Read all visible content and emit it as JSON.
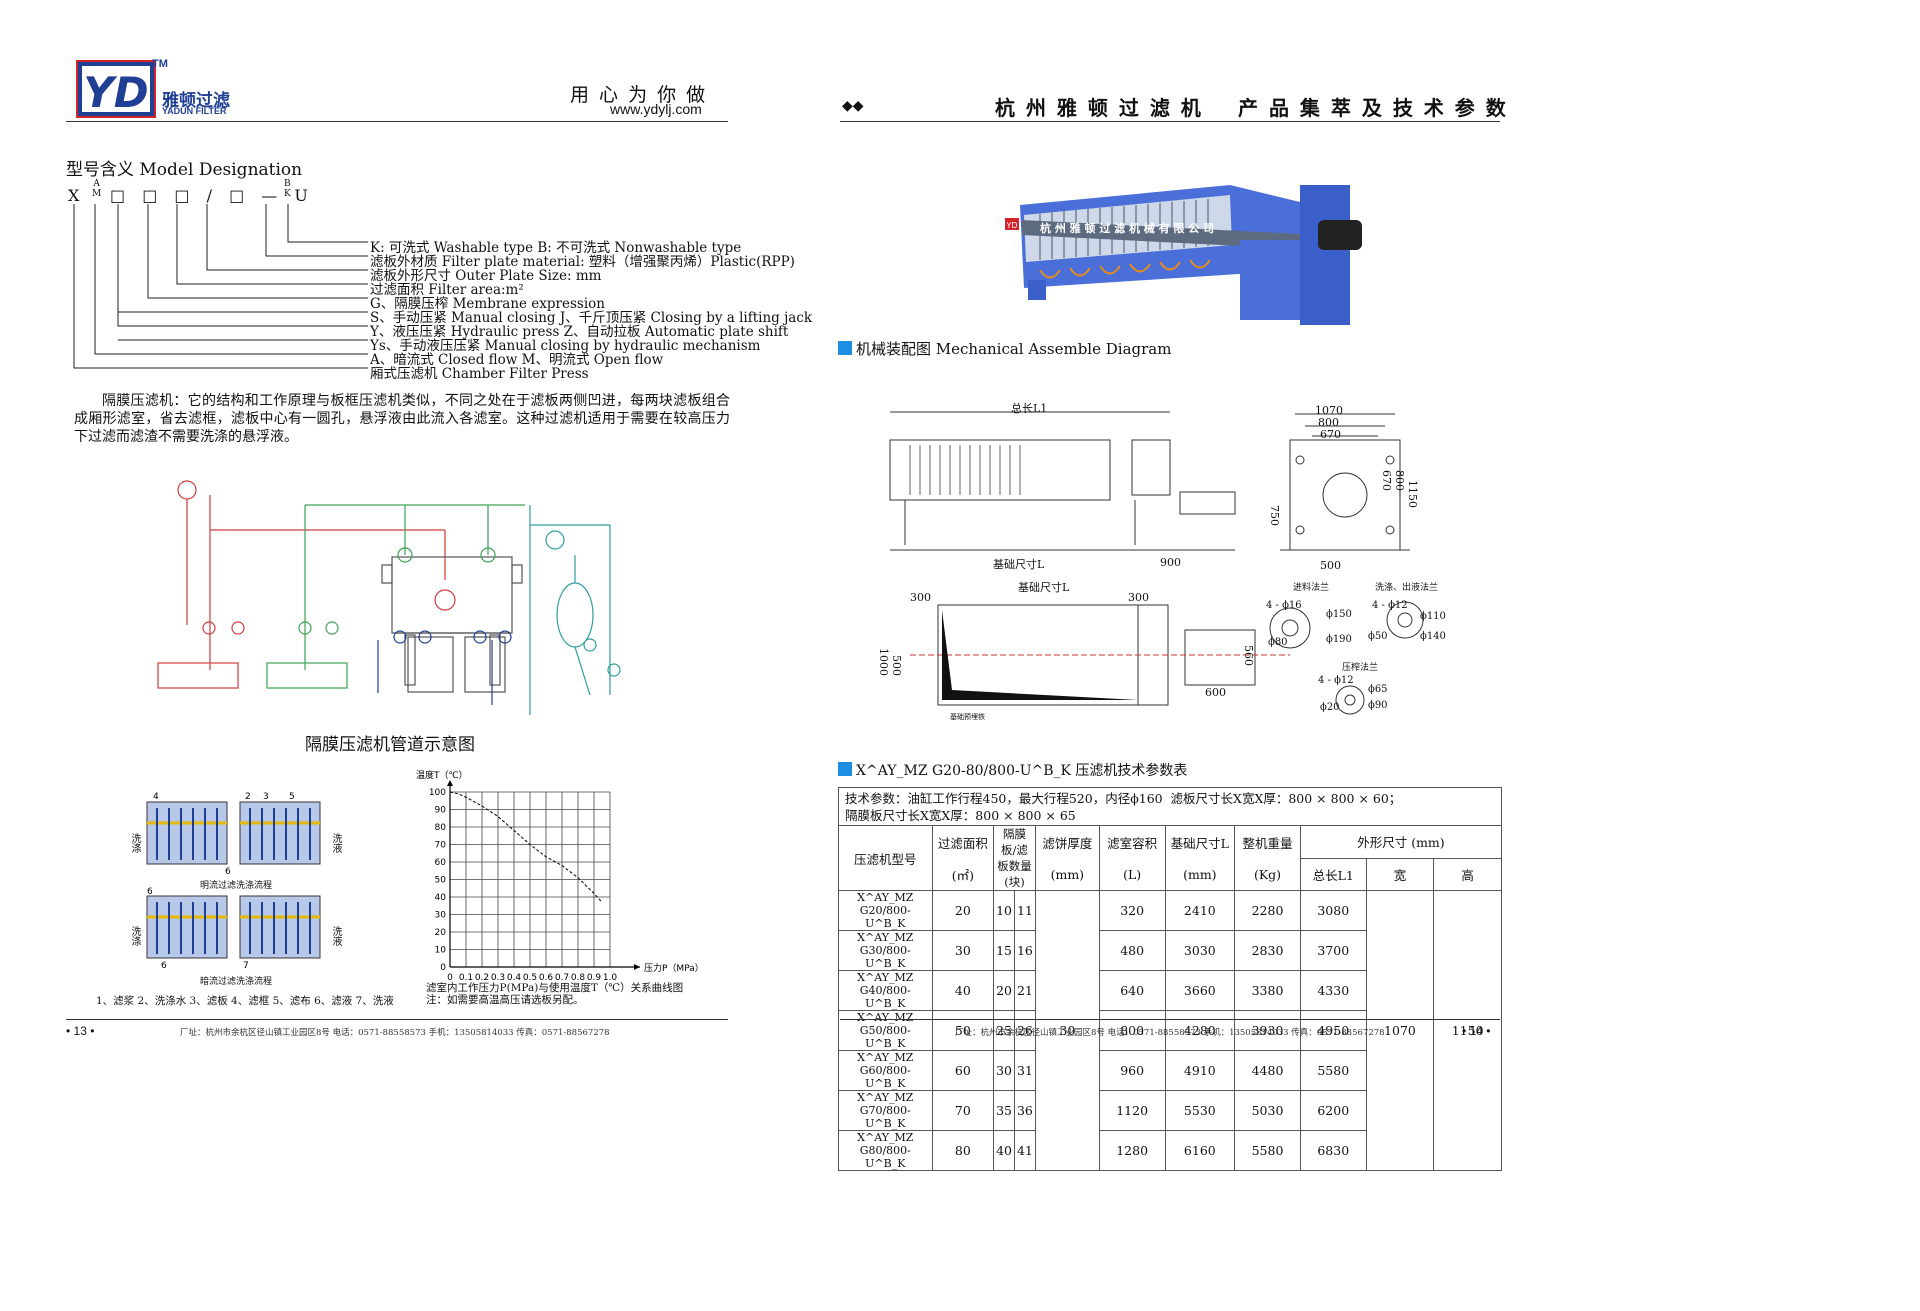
{
  "left_header": {
    "logo_letters": "YD",
    "tm": "TM",
    "brand_cn": "雅顿过滤",
    "brand_en": "YADUN FILTER",
    "slogan": "用 心 为 你 做",
    "url": "www.ydylj.com"
  },
  "right_header": {
    "bullets": "◆◆",
    "company": "杭 州 雅 顿 过 滤 机",
    "subtitle": "产 品 集 萃 及 技 术 参 数"
  },
  "model_designation": {
    "title": "型号含义  Model Designation",
    "code_x": "X",
    "code_am_top": "A",
    "code_am_bottom": "M",
    "code_boxes": "□  □  □ / □ — U",
    "code_bk_top": "B",
    "code_bk_bottom": "K",
    "annotations": [
      "K: 可洗式 Washable type        B: 不可洗式 Nonwashable type",
      "滤板外材质 Filter plate material:  塑料（增强聚丙烯）Plastic(RPP)",
      "滤板外形尺寸 Outer Plate Size:  mm",
      "过滤面积 Filter area:m²",
      "G、隔膜压榨 Membrane expression",
      "S、手动压紧  Manual closing  J、千斤顶压紧  Closing by a lifting jack",
      "Y、液压压紧 Hydraulic press  Z、自动拉板 Automatic plate shift",
      "Ys、手动液压压紧 Manual closing by hydraulic mechanism",
      "A、暗流式 Closed flow  M、明流式 Open flow",
      "厢式压滤机 Chamber Filter Press"
    ]
  },
  "description": "隔膜压滤机：它的结构和工作原理与板框压滤机类似，不同之处在于滤板两侧凹进，每两块滤板组合成厢形滤室，省去滤框，滤板中心有一圆孔，悬浮液由此流入各滤室。这种过滤机适用于需要在较高压力下过滤而滤渣不需要洗涤的悬浮液。",
  "pipeline_caption": "隔膜压滤机管道示意图",
  "wash_diagram": {
    "top_caption": "明流过滤洗涤流程",
    "bottom_caption": "暗流过滤洗涤流程",
    "legend": "1、滤浆  2、洗涤水  3、滤板  4、滤框  5、滤布  6、滤液  7、洗液",
    "side_in": "洗涤",
    "side_out": "洗液"
  },
  "temp_chart_caption": "滤室内工作压力P(MPa)与使用温度T（℃）关系曲线图\n注：如需要高温高压请选板另配。",
  "chart_data": {
    "type": "line",
    "title": "",
    "xlabel": "压力P（MPa）",
    "ylabel": "温度T（℃）",
    "x_ticks": [
      "0",
      "0.1",
      "0.2",
      "0.3",
      "0.4",
      "0.5",
      "0.6",
      "0.7",
      "0.8",
      "0.9",
      "1.0"
    ],
    "y_ticks": [
      "0",
      "10",
      "20",
      "30",
      "40",
      "50",
      "60",
      "70",
      "80",
      "90",
      "100"
    ],
    "xlim": [
      0,
      1.0
    ],
    "ylim": [
      0,
      100
    ],
    "grid": true,
    "series": [
      {
        "x": [
          0,
          0.05,
          0.1,
          0.2,
          0.3,
          0.4,
          0.5,
          0.6,
          0.7,
          0.8,
          0.9,
          0.95
        ],
        "y": [
          100,
          99,
          97,
          92,
          86,
          78,
          70,
          63,
          58,
          51,
          42,
          37
        ]
      }
    ]
  },
  "left_footer": {
    "page": "• 13 •",
    "text": "厂址：杭州市余杭区径山镇工业园区8号  电话：0571-88558573  手机：13505814033          传真：0571-88567278"
  },
  "machine_photo": {
    "banner": "杭 州 雅 顿 过 滤 机 械 有 限 公 司",
    "badge": "YD"
  },
  "assembly_title": "机械装配图  Mechanical Assemble Diagram",
  "drawing": {
    "total_length": "总长L1",
    "base_size_l": "基础尺寸L",
    "base_size_l2": "基础尺寸L",
    "dim_900": "900",
    "dim_1070": "1070",
    "dim_800": "800",
    "dim_670": "670",
    "dim_670v": "670",
    "dim_800v": "800",
    "dim_1150": "1150",
    "dim_750": "750",
    "dim_500": "500",
    "dim_300a": "300",
    "dim_300b": "300",
    "dim_1000": "1000",
    "dim_500v": "500",
    "dim_560": "560",
    "dim_600": "600",
    "foundation_note": "基础预埋铁",
    "flange1_title": "进料法兰",
    "flange1_holes": "4 - ϕ16",
    "flange1_d1": "ϕ150",
    "flange1_d2": "ϕ190",
    "flange1_d3": "ϕ80",
    "flange2_title": "洗涤、出液法兰",
    "flange2_holes": "4 - ϕ12",
    "flange2_d1": "ϕ110",
    "flange2_d2": "ϕ140",
    "flange2_d3": "ϕ50",
    "flange3_title": "压榨法兰",
    "flange3_holes": "4 - ϕ12",
    "flange3_d1": "ϕ65",
    "flange3_d2": "ϕ90",
    "flange3_d3": "ϕ20"
  },
  "table_title": "X^AY_MZ G20-80/800-U^B_K 压滤机技术参数表",
  "tech_params": "技术参数：油缸工作行程450，最大行程520，内径ϕ160  滤板尺寸长X宽X厚：800 × 800 × 60；\n隔膜板尺寸长X宽X厚：800 × 800 × 65",
  "table": {
    "headers": {
      "model": "压滤机型号",
      "area": "过滤面积",
      "area_unit": "(㎡)",
      "plates": "隔膜板/滤板数量(块)",
      "thickness": "滤饼厚度",
      "thickness_unit": "(mm)",
      "volume": "滤室容积",
      "volume_unit": "(L)",
      "base": "基础尺寸L",
      "base_unit": "(mm)",
      "weight": "整机重量",
      "weight_unit": "(Kg)",
      "outer": "外形尺寸 (mm)",
      "length": "总长L1",
      "width": "宽",
      "height": "高"
    },
    "rows": [
      {
        "model": "X^AY_MZ G20/800-U^B_K",
        "area": "20",
        "plates_a": "10",
        "plates_b": "11",
        "volume": "320",
        "base": "2410",
        "weight": "2280",
        "length": "3080"
      },
      {
        "model": "X^AY_MZ G30/800-U^B_K",
        "area": "30",
        "plates_a": "15",
        "plates_b": "16",
        "volume": "480",
        "base": "3030",
        "weight": "2830",
        "length": "3700"
      },
      {
        "model": "X^AY_MZ G40/800-U^B_K",
        "area": "40",
        "plates_a": "20",
        "plates_b": "21",
        "volume": "640",
        "base": "3660",
        "weight": "3380",
        "length": "4330"
      },
      {
        "model": "X^AY_MZ G50/800-U^B_K",
        "area": "50",
        "plates_a": "25",
        "plates_b": "26",
        "volume": "800",
        "base": "4280",
        "weight": "3930",
        "length": "4950"
      },
      {
        "model": "X^AY_MZ G60/800-U^B_K",
        "area": "60",
        "plates_a": "30",
        "plates_b": "31",
        "volume": "960",
        "base": "4910",
        "weight": "4480",
        "length": "5580"
      },
      {
        "model": "X^AY_MZ G70/800-U^B_K",
        "area": "70",
        "plates_a": "35",
        "plates_b": "36",
        "volume": "1120",
        "base": "5530",
        "weight": "5030",
        "length": "6200"
      },
      {
        "model": "X^AY_MZ G80/800-U^B_K",
        "area": "80",
        "plates_a": "40",
        "plates_b": "41",
        "volume": "1280",
        "base": "6160",
        "weight": "5580",
        "length": "6830"
      }
    ],
    "thickness_value": "30",
    "width_value": "1070",
    "height_value": "1150"
  },
  "right_footer": {
    "text": "厂址：杭州市余杭区径山镇工业园区8号  电话：0571-88558573  手机：13505814033          传真：0571-88567278",
    "page": "• 14 •"
  },
  "colors": {
    "accent_blue": "#1e8ee0",
    "logo_red": "#d2232a",
    "logo_blue": "#1f3f95",
    "machine_blue": "#3a5fc8",
    "pipe_red": "#d23c3c",
    "pipe_green": "#3da356",
    "pipe_teal": "#2e9e9e"
  }
}
